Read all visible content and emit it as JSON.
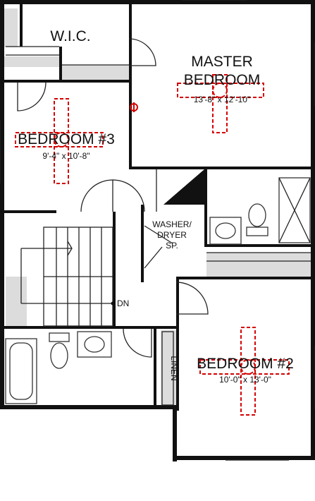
{
  "rooms": {
    "wic": {
      "name": "W.I.C."
    },
    "master": {
      "name_line1": "MASTER",
      "name_line2": "BEDROOM",
      "dims": "13'-8\" x 12'-10\""
    },
    "bedroom3": {
      "name": "BEDROOM #3",
      "dims": "9'-4\" x 10'-8\""
    },
    "bedroom2": {
      "name": "BEDROOM #2",
      "dims": "10'-0\" x 13'-0\""
    },
    "laundry": {
      "line1": "WASHER/",
      "line2": "DRYER",
      "line3": "SP."
    },
    "linen": {
      "name": "LINEN"
    }
  },
  "stairs": {
    "direction_label": "DN"
  },
  "colors": {
    "fan": "#d40000",
    "wall": "#111111",
    "closet_gray": "#dcdcdc"
  }
}
